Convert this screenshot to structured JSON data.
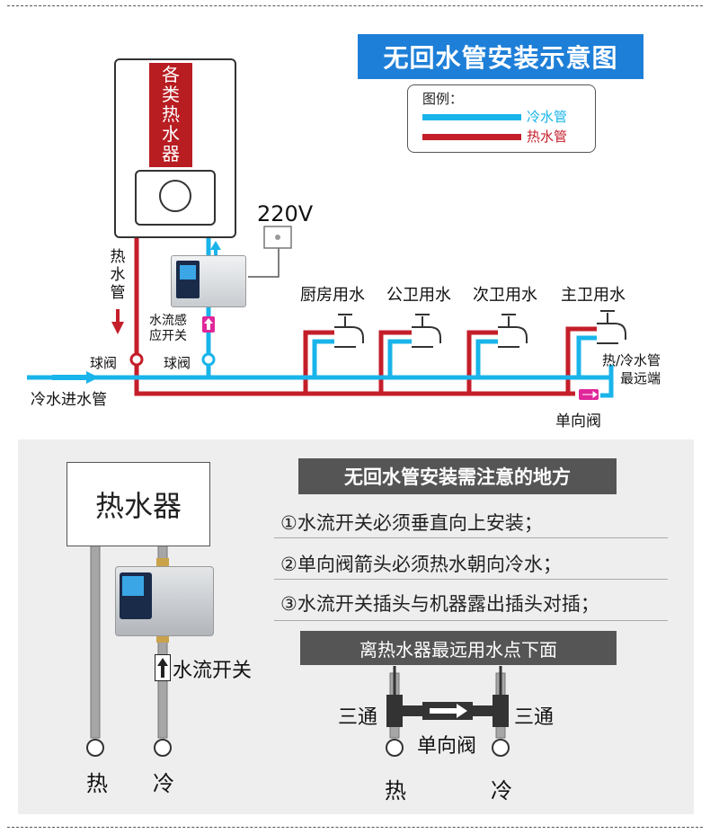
{
  "top": {
    "title": "无回水管安装示意图",
    "legend": {
      "title": "图例：",
      "cold_label": "冷水管",
      "hot_label": "热水管",
      "cold_color": "#19b4ea",
      "hot_color": "#c41e2a"
    },
    "heater_label": [
      "各",
      "类",
      "热",
      "水",
      "器"
    ],
    "voltage": "220V",
    "hot_pipe_label": [
      "热",
      "水",
      "管"
    ],
    "flow_sensor_label_1": "水流感",
    "flow_sensor_label_2": "应开关",
    "ball_valve_left": "球阀",
    "ball_valve_right": "球阀",
    "cold_inlet": "冷水进水管",
    "outlets": [
      "厨房用水",
      "公卫用水",
      "次卫用水",
      "主卫用水"
    ],
    "far_end_1": "热/冷水管",
    "far_end_2": "最远端",
    "check_valve": "单向阀"
  },
  "bottom": {
    "heater": "热水器",
    "switch_label": "水流开关",
    "hot": "热",
    "cold": "冷",
    "notes_title": "无回水管安装需注意的地方",
    "notes": [
      "①水流开关必须垂直向上安装；",
      "②单向阀箭头必须热水朝向冷水；",
      "③水流开关插头与机器露出插头对插；"
    ],
    "far_point_title": "离热水器最远用水点下面",
    "tee_left": "三通",
    "tee_right": "三通",
    "check_valve": "单向阀",
    "hot_bottom": "热",
    "cold_bottom": "冷"
  }
}
